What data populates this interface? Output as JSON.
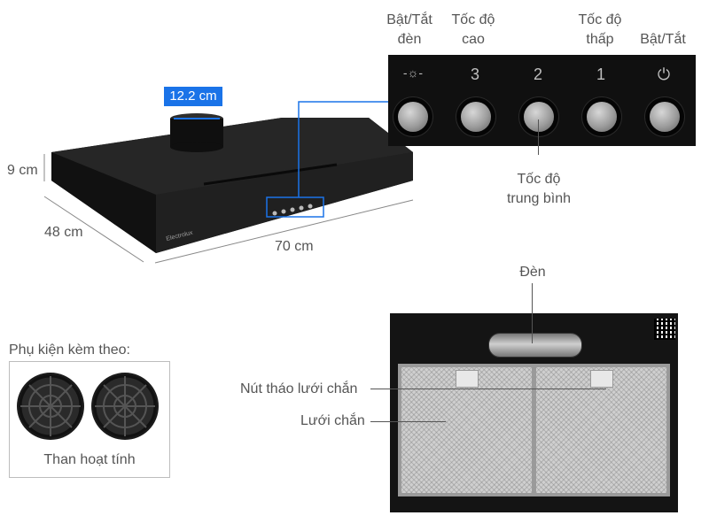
{
  "dimensions": {
    "duct_diameter": "12.2 cm",
    "height": "9 cm",
    "depth": "48 cm",
    "width": "70 cm"
  },
  "control_panel": {
    "labels": {
      "light_toggle": [
        "Bật/Tắt",
        "đèn"
      ],
      "speed_high": [
        "Tốc độ",
        "cao"
      ],
      "speed_medium": [
        "Tốc độ",
        "trung bình"
      ],
      "speed_low": [
        "Tốc độ",
        "thấp"
      ],
      "power_toggle": "Bật/Tắt"
    },
    "knob_symbols": {
      "light": "-☼-",
      "high": "3",
      "medium": "2",
      "low": "1",
      "power": "⏻"
    }
  },
  "brand_logo": "Electrolux",
  "accessories": {
    "heading": "Phụ kiện kèm theo:",
    "item_label": "Than hoạt tính"
  },
  "bottom_view": {
    "lamp_label": "Đèn",
    "filter_release_label": "Nút tháo lưới chắn",
    "grease_filter_label": "Lưới chắn"
  },
  "colors": {
    "highlight_blue": "#1a73e8",
    "hood_body": "#1a1a1a"
  }
}
